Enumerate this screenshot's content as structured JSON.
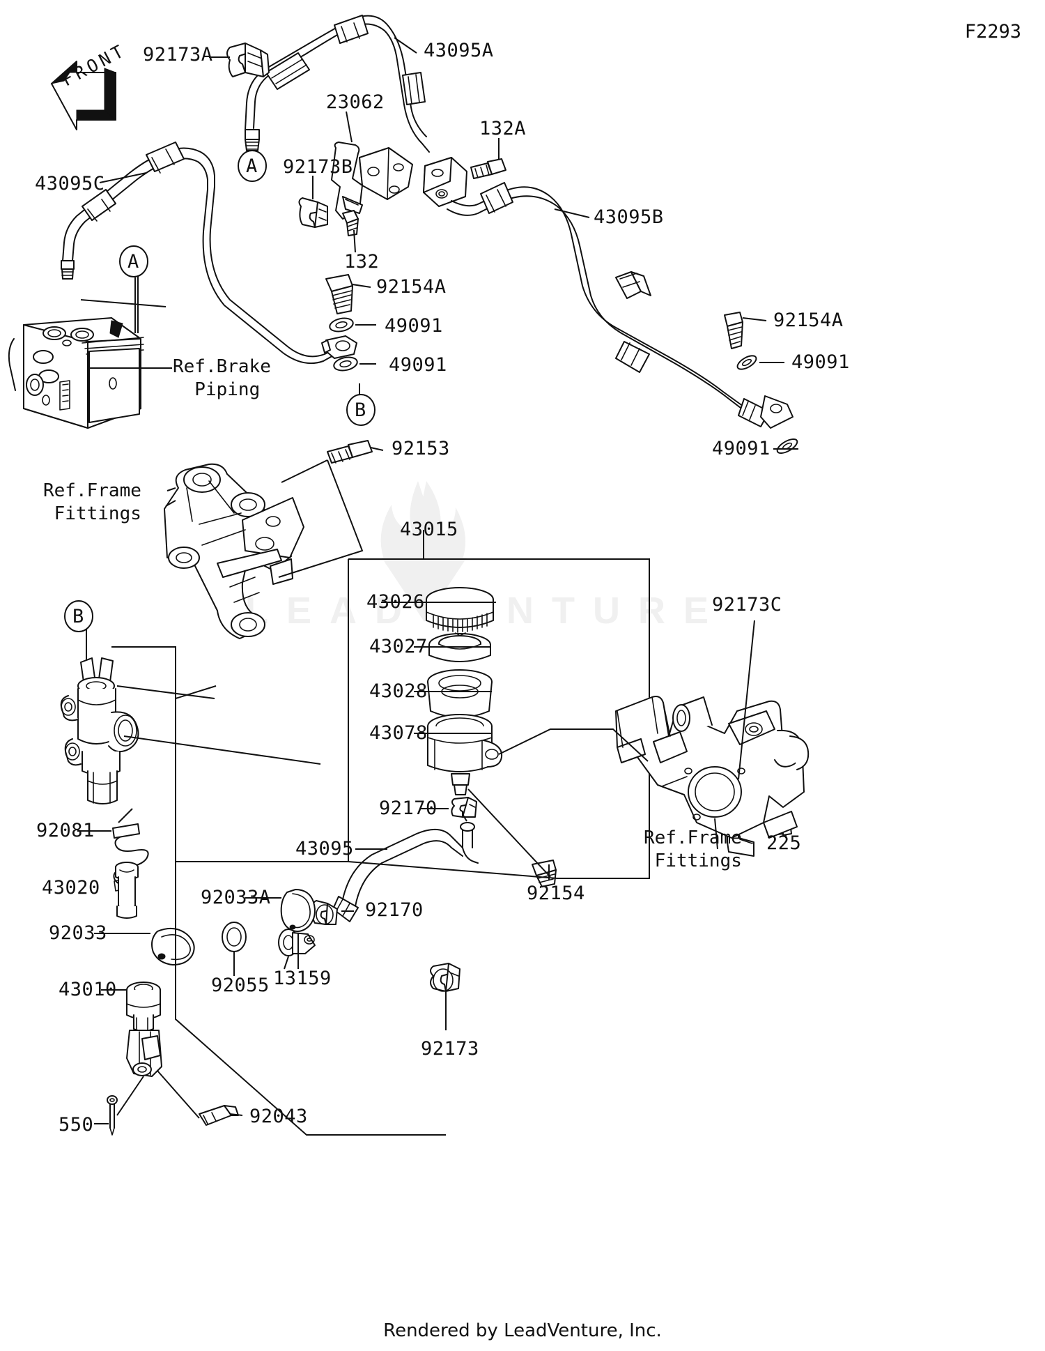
{
  "sheet": {
    "code": "F2293"
  },
  "footer": {
    "credit": "Rendered by LeadVenture, Inc."
  },
  "watermark": {
    "text": "LEADVENTURE"
  },
  "orientation": {
    "label": "FRONT"
  },
  "callouts": {
    "a": "A",
    "b": "B"
  },
  "references": [
    {
      "id": "ref-brake-piping",
      "line1": "Ref.Brake",
      "line2": "  Piping"
    },
    {
      "id": "ref-frame-fittings-upper",
      "line1": "Ref.Frame",
      "line2": " Fittings"
    },
    {
      "id": "ref-frame-fittings-lower",
      "line1": "Ref.Frame",
      "line2": " Fittings"
    }
  ],
  "parts": [
    {
      "id": "p-92173A",
      "number": "92173A"
    },
    {
      "id": "p-43095A",
      "number": "43095A"
    },
    {
      "id": "p-23062",
      "number": "23062"
    },
    {
      "id": "p-132A",
      "number": "132A"
    },
    {
      "id": "p-43095C",
      "number": "43095C"
    },
    {
      "id": "p-92173B",
      "number": "92173B"
    },
    {
      "id": "p-43095B",
      "number": "43095B"
    },
    {
      "id": "p-132",
      "number": "132"
    },
    {
      "id": "p-92154A-left",
      "number": "92154A"
    },
    {
      "id": "p-49091-l1",
      "number": "49091"
    },
    {
      "id": "p-49091-l2",
      "number": "49091"
    },
    {
      "id": "p-92154A-right",
      "number": "92154A"
    },
    {
      "id": "p-49091-r1",
      "number": "49091"
    },
    {
      "id": "p-49091-r2",
      "number": "49091"
    },
    {
      "id": "p-92153",
      "number": "92153"
    },
    {
      "id": "p-43015",
      "number": "43015"
    },
    {
      "id": "p-43026",
      "number": "43026"
    },
    {
      "id": "p-43027",
      "number": "43027"
    },
    {
      "id": "p-43028",
      "number": "43028"
    },
    {
      "id": "p-43078",
      "number": "43078"
    },
    {
      "id": "p-92173C",
      "number": "92173C"
    },
    {
      "id": "p-225",
      "number": "225"
    },
    {
      "id": "p-92170-top",
      "number": "92170"
    },
    {
      "id": "p-43095",
      "number": "43095"
    },
    {
      "id": "p-92081",
      "number": "92081"
    },
    {
      "id": "p-43020",
      "number": "43020"
    },
    {
      "id": "p-92033A",
      "number": "92033A"
    },
    {
      "id": "p-92033",
      "number": "92033"
    },
    {
      "id": "p-92170-bottom",
      "number": "92170"
    },
    {
      "id": "p-92154",
      "number": "92154"
    },
    {
      "id": "p-43010",
      "number": "43010"
    },
    {
      "id": "p-92055",
      "number": "92055"
    },
    {
      "id": "p-13159",
      "number": "13159"
    },
    {
      "id": "p-92173",
      "number": "92173"
    },
    {
      "id": "p-550",
      "number": "550"
    },
    {
      "id": "p-92043",
      "number": "92043"
    }
  ]
}
